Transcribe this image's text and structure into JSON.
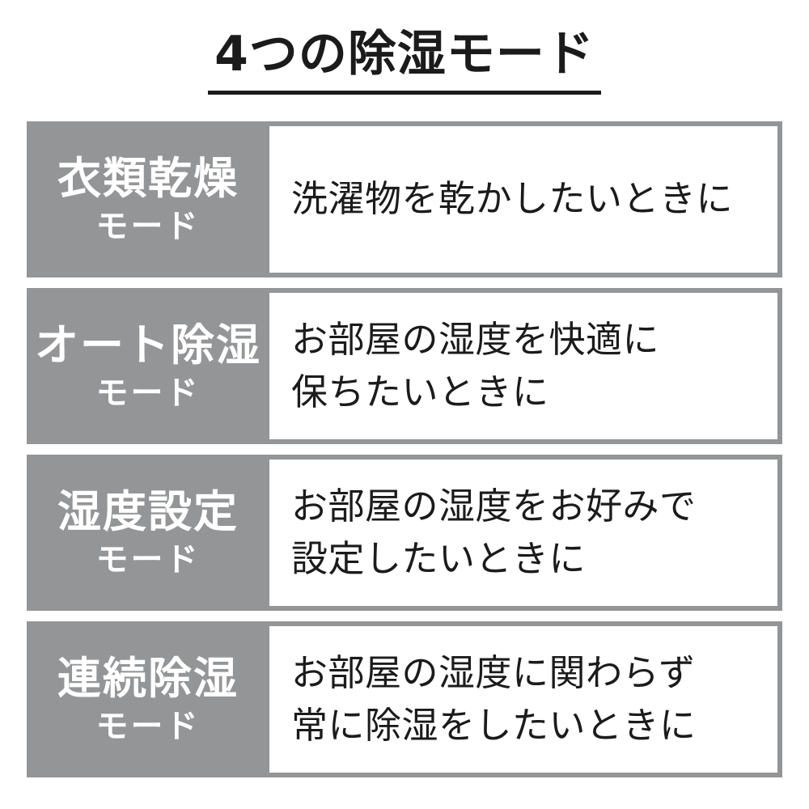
{
  "page": {
    "title": "4つの除湿モード"
  },
  "colors": {
    "cell_gray": "#939597",
    "text_dark": "#1b1b1b",
    "label_text": "#ffffff"
  },
  "table": {
    "rows": [
      {
        "mode_line1": "衣類乾燥",
        "mode_line2": "モード",
        "description": "洗濯物を乾かしたいときに"
      },
      {
        "mode_line1": "オート除湿",
        "mode_line2": "モード",
        "description": "お部屋の湿度を快適に\n保ちたいときに"
      },
      {
        "mode_line1": "湿度設定",
        "mode_line2": "モード",
        "description": "お部屋の湿度をお好みで\n設定したいときに"
      },
      {
        "mode_line1": "連続除湿",
        "mode_line2": "モード",
        "description": "お部屋の湿度に関わらず\n常に除湿をしたいときに"
      }
    ]
  }
}
